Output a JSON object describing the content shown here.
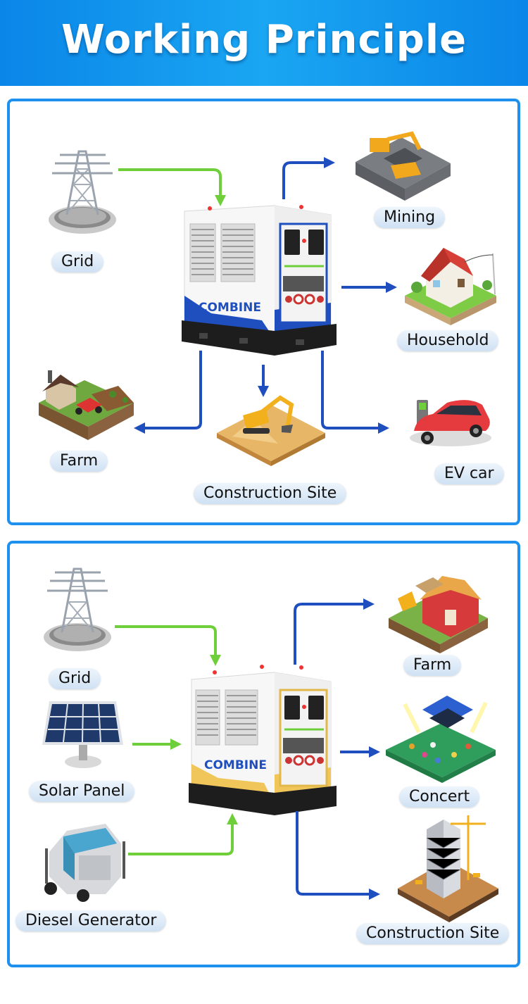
{
  "title": "Working Principle",
  "panel1": {
    "inputs": {
      "grid": "Grid"
    },
    "outputs": {
      "mining": "Mining",
      "household": "Household",
      "farm": "Farm",
      "construction": "Construction Site",
      "ev": "EV car"
    },
    "brand": "COMBINE"
  },
  "panel2": {
    "inputs": {
      "grid": "Grid",
      "solar": "Solar Panel",
      "diesel": "Diesel Generator"
    },
    "outputs": {
      "farm": "Farm",
      "concert": "Concert",
      "construction": "Construction Site"
    },
    "brand": "COMBINE"
  },
  "colors": {
    "header": "#1aa6f2",
    "panel_border": "#1e90ee",
    "input_arrow": "#6fcf3a",
    "output_arrow": "#1f4fbf"
  }
}
